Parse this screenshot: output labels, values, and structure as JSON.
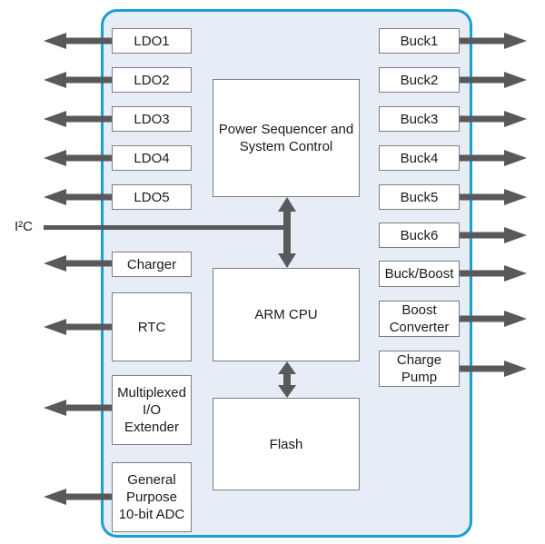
{
  "colors": {
    "chip_border": "#189fd3",
    "chip_fill": "#e7edf6",
    "block_border": "#7c7e80",
    "block_fill": "#ffffff",
    "arrow": "#58595b",
    "text": "#1a1a1a"
  },
  "diagram": {
    "bus_label": "I²C",
    "left_blocks": [
      {
        "label": "LDO1"
      },
      {
        "label": "LDO2"
      },
      {
        "label": "LDO3"
      },
      {
        "label": "LDO4"
      },
      {
        "label": "LDO5"
      },
      {
        "label": "Charger"
      },
      {
        "label": "RTC"
      },
      {
        "label": "Multiplexed\nI/O\nExtender"
      },
      {
        "label": "General\nPurpose\n10-bit ADC"
      }
    ],
    "center_blocks": [
      {
        "label": "Power Sequencer and\nSystem Control"
      },
      {
        "label": "ARM CPU"
      },
      {
        "label": "Flash"
      }
    ],
    "right_blocks": [
      {
        "label": "Buck1"
      },
      {
        "label": "Buck2"
      },
      {
        "label": "Buck3"
      },
      {
        "label": "Buck4"
      },
      {
        "label": "Buck5"
      },
      {
        "label": "Buck6"
      },
      {
        "label": "Buck/Boost"
      },
      {
        "label": "Boost\nConverter"
      },
      {
        "label": "Charge\nPump"
      }
    ]
  }
}
